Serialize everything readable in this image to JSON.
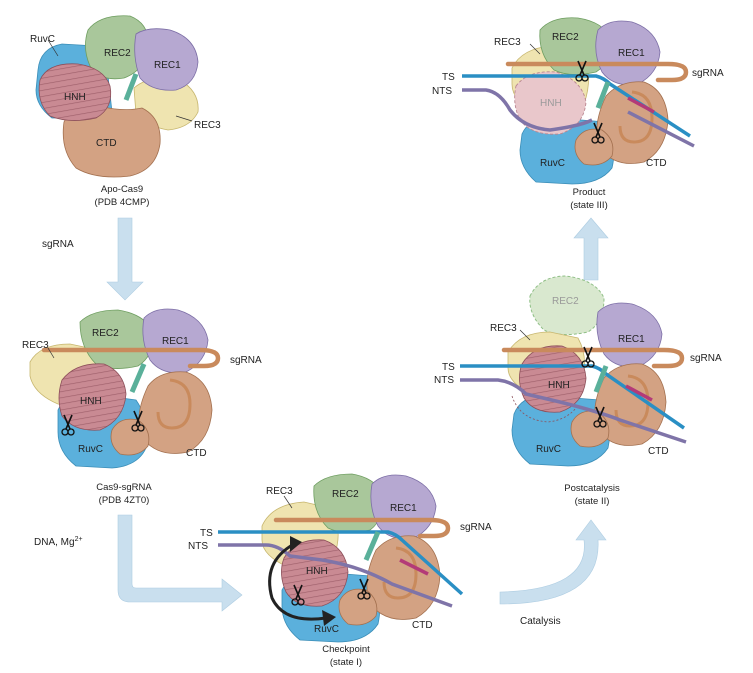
{
  "colors": {
    "RuvC": "#5bb0dc",
    "HNH": "#c98a93",
    "REC1": "#b6a8d1",
    "REC2": "#a9c79b",
    "REC3": "#efe4b0",
    "CTD": "#d3a283",
    "sgRNA": "#c98a5c",
    "TS": "#2a8fc4",
    "NTS": "#7f74a8",
    "arrow": "#c9dfee"
  },
  "icons": [
    "scissors-icon",
    "rotation-arrow-icon"
  ],
  "states": {
    "apo": {
      "labels": {
        "ruvc": "RuvC",
        "rec2": "REC2",
        "rec1": "REC1",
        "hnh": "HNH",
        "rec3": "REC3",
        "ctd": "CTD"
      },
      "caption1": "Apo-Cas9",
      "caption2": "(PDB 4CMP)"
    },
    "sgrna_complex": {
      "labels": {
        "rec2": "REC2",
        "rec1": "REC1",
        "rec3": "REC3",
        "hnh": "HNH",
        "ruvc": "RuvC",
        "ctd": "CTD",
        "sgrna": "sgRNA"
      },
      "caption1": "Cas9-sgRNA",
      "caption2": "(PDB 4ZT0)"
    },
    "checkpoint": {
      "labels": {
        "rec3": "REC3",
        "rec2": "REC2",
        "rec1": "REC1",
        "ts": "TS",
        "nts": "NTS",
        "sgrna": "sgRNA",
        "hnh": "HNH",
        "ruvc": "RuvC",
        "ctd": "CTD"
      },
      "caption1": "Checkpoint",
      "caption2": "(state I)"
    },
    "postcatalysis": {
      "labels": {
        "rec2": "REC2",
        "rec3": "REC3",
        "rec1": "REC1",
        "ts": "TS",
        "nts": "NTS",
        "sgrna": "sgRNA",
        "hnh": "HNH",
        "ruvc": "RuvC",
        "ctd": "CTD"
      },
      "caption1": "Postcatalysis",
      "caption2": "(state II)"
    },
    "product": {
      "labels": {
        "rec3": "REC3",
        "rec2": "REC2",
        "rec1": "REC1",
        "ts": "TS",
        "sgrna": "sgRNA",
        "nts": "NTS",
        "hnh": "HNH",
        "ruvc": "RuvC",
        "ctd": "CTD"
      },
      "caption1": "Product",
      "caption2": "(state III)"
    }
  },
  "transitions": {
    "sgrna": "sgRNA",
    "dna": "DNA, Mg",
    "dna_sup": "2+",
    "catalysis": "Catalysis"
  }
}
